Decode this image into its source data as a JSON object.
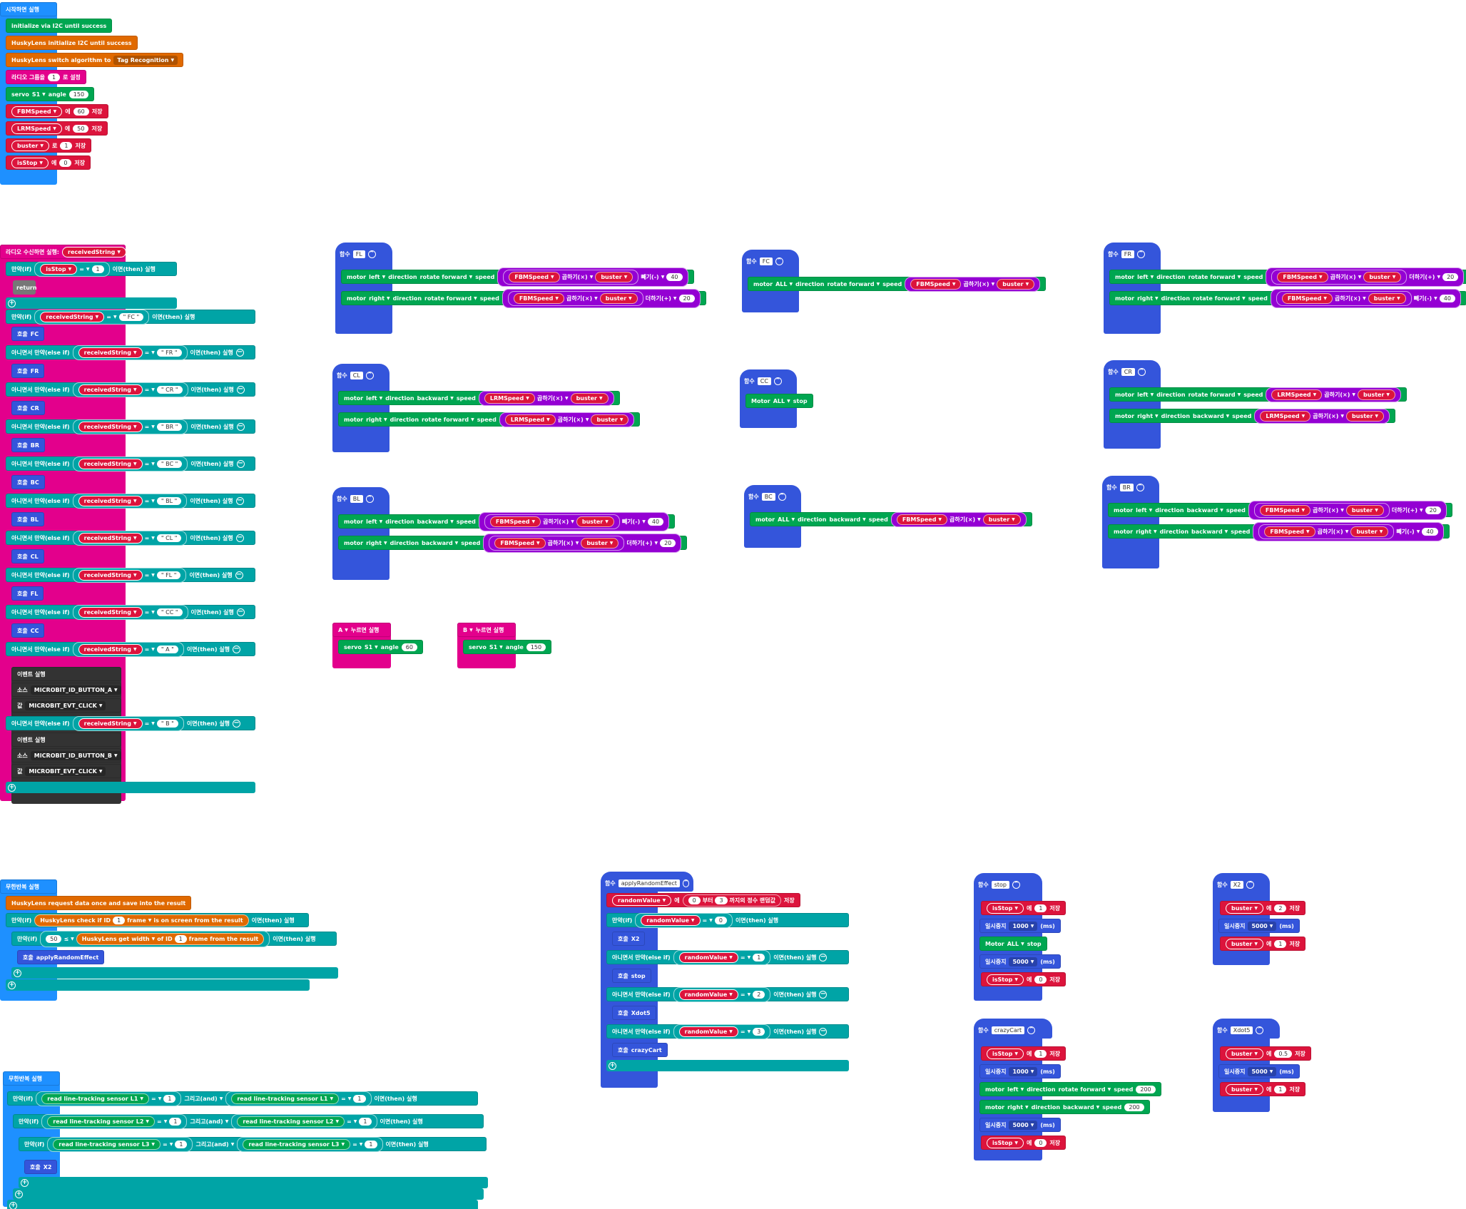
{
  "colors": {
    "event": "#4C97FF",
    "start": "#1E90FF",
    "radio": "#E3008C",
    "hl": "#E3008C",
    "husky": "#E06900",
    "motor": "#00A651",
    "var": "#DC143C",
    "math": "#9400D3",
    "logic": "#00A4A6",
    "func": "#3455DB",
    "dark": "#333333",
    "ret": "#777777"
  },
  "t": {
    "start": "시작하면 실행",
    "i2c": "initialize via I2C until success",
    "hl_init": "HuskyLens initialize I2C until success",
    "hl_switch": "HuskyLens switch algorithm to",
    "tag": "Tag Recognition",
    "radio_grp_pre": "라디오 그룹을",
    "radio_grp_post": "로 설정",
    "servo": "servo",
    "s1": "S1",
    "angle": "angle",
    "FBMSpeed": "FBMSpeed",
    "LRMSpeed": "LRMSpeed",
    "buster": "buster",
    "isStop": "isStop",
    "eq": "에",
    "to": "로",
    "set": "저장",
    "radio_recv": "라디오 수신하면 실행:",
    "receivedString": "receivedString",
    "if": "만약(if)",
    "then": "이면(then) 실행",
    "elseif": "아니면서 만약(else if)",
    "opeq": "=",
    "return": "return",
    "call": "호출",
    "event": "이벤트 실행",
    "src": "소스",
    "val": "값",
    "evA": "MICROBIT_ID_BUTTON_A",
    "evB": "MICROBIT_ID_BUTTON_B",
    "click": "MICROBIT_EVT_CLICK",
    "func": "함수",
    "motor": "motor",
    "Motor": "Motor",
    "left": "left",
    "right": "right",
    "ALL": "ALL",
    "direction": "direction",
    "rf": "rotate forward",
    "bw": "backward",
    "speed": "speed",
    "stop": "stop",
    "mul": "곱하기(×)",
    "minus": "빼기(-)",
    "plus": "더하기(+)",
    "btnA": "A",
    "btnB": "B",
    "pressed": "누르면 실행",
    "forever": "무한반복 실행",
    "hl_req": "HuskyLens request data once and save into the result",
    "hl_check": "HuskyLens check if ID",
    "frame": "frame",
    "onscreen": "is on screen from the result",
    "hl_get": "HuskyLens get",
    "width": "width",
    "ofID": "of ID",
    "fromres": "frame from the result",
    "lt": "≤",
    "applyRandomEffect": "applyRandomEffect",
    "randomValue": "randomValue",
    "from": "부터",
    "rand_end": "까지의 정수 랜덤값",
    "X2": "X2",
    "stopFn": "stop",
    "Xdot5": "Xdot5",
    "crazyCart": "crazyCart",
    "pause": "일시중지",
    "ms": "(ms)",
    "line": "read line-tracking sensor",
    "and": "그리고(and)",
    "L1": "L1",
    "L2": "L2",
    "L3": "L3",
    "FL": "FL",
    "FC": "FC",
    "FR": "FR",
    "CL": "CL",
    "CC": "CC",
    "CR": "CR",
    "BL": "BL",
    "BC": "BC",
    "BR": "BR",
    "q_FC": "\" FC \"",
    "q_FR": "\" FR \"",
    "q_CR": "\" CR \"",
    "q_BR": "\" BR \"",
    "q_BC": "\" BC \"",
    "q_BL": "\" BL \"",
    "q_CL": "\" CL \"",
    "q_FL": "\" FL \"",
    "q_CC": "\" CC \"",
    "q_A": "\" A \"",
    "q_B": "\" B \"",
    "n0": "0",
    "n1": "1",
    "n2": "2",
    "n3": "3",
    "n20": "20",
    "n40": "40",
    "n50": "50",
    "n60": "60",
    "n150": "150",
    "n200": "200",
    "n1000": "1000",
    "n5000": "5000",
    "n05": "0.5"
  }
}
